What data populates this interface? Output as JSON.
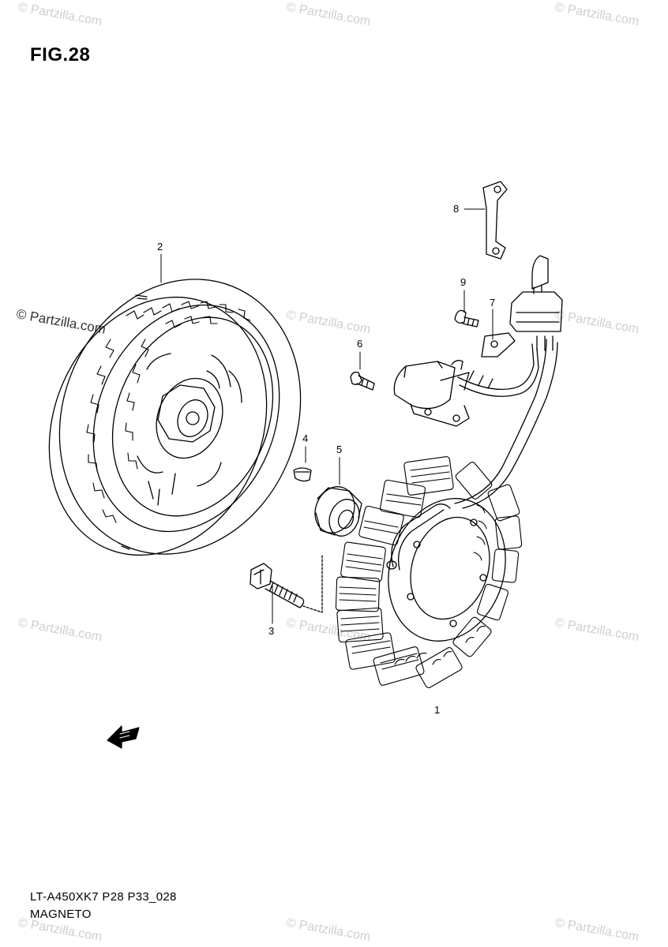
{
  "figure": {
    "title": "FIG.28",
    "code": "LT-A450XK7 P28 P33_028",
    "name": "MAGNETO"
  },
  "watermark": {
    "text": "© Partzilla.com"
  },
  "callouts": [
    {
      "number": "1",
      "part": "stator-coil"
    },
    {
      "number": "2",
      "part": "flywheel-rotor"
    },
    {
      "number": "3",
      "part": "rotor-bolt"
    },
    {
      "number": "4",
      "part": "woodruff-key"
    },
    {
      "number": "5",
      "part": "starter-clutch-washer"
    },
    {
      "number": "6",
      "part": "pickup-screw"
    },
    {
      "number": "7",
      "part": "wire-clamp"
    },
    {
      "number": "8",
      "part": "lead-wire-bracket"
    },
    {
      "number": "9",
      "part": "clamp-bolt"
    }
  ],
  "colors": {
    "line": "#000000",
    "watermark": "#cfcfcf",
    "background": "#ffffff"
  }
}
